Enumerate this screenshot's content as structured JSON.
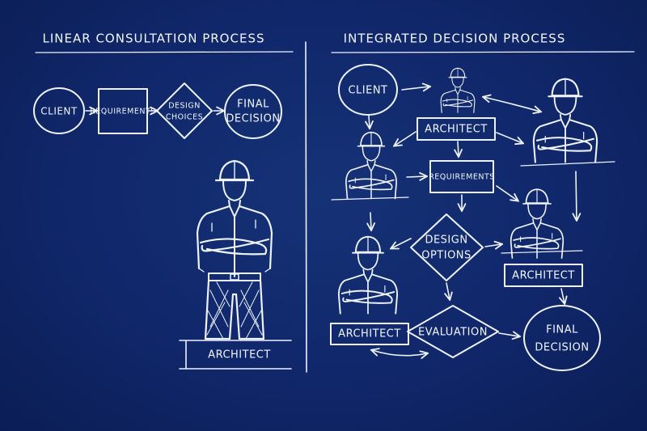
{
  "left_panel": {
    "title": "LINEAR CONSULTATION PROCESS",
    "client": "CLIENT",
    "requirements": "REQUIREMENTS",
    "design_choices": [
      "DESIGN",
      "CHOICES"
    ],
    "final_decision": [
      "FINAL",
      "DECISION"
    ],
    "architect": "ARCHITECT"
  },
  "right_panel": {
    "title": "INTEGRATED DECISION PROCESS",
    "client": "CLIENT",
    "architect_top": "ARCHITECT",
    "requirements": "REQUIREMENTS",
    "design_options": [
      "DESIGN",
      "OPTIONS"
    ],
    "architect_right": "ARCHITECT",
    "architect_left": "ARCHITECT",
    "evaluation": "EVALUATION",
    "final_decision": [
      "FINAL",
      "DECISION"
    ]
  },
  "colors": {
    "board": "#10276a",
    "chalk": "#eef3ff"
  }
}
